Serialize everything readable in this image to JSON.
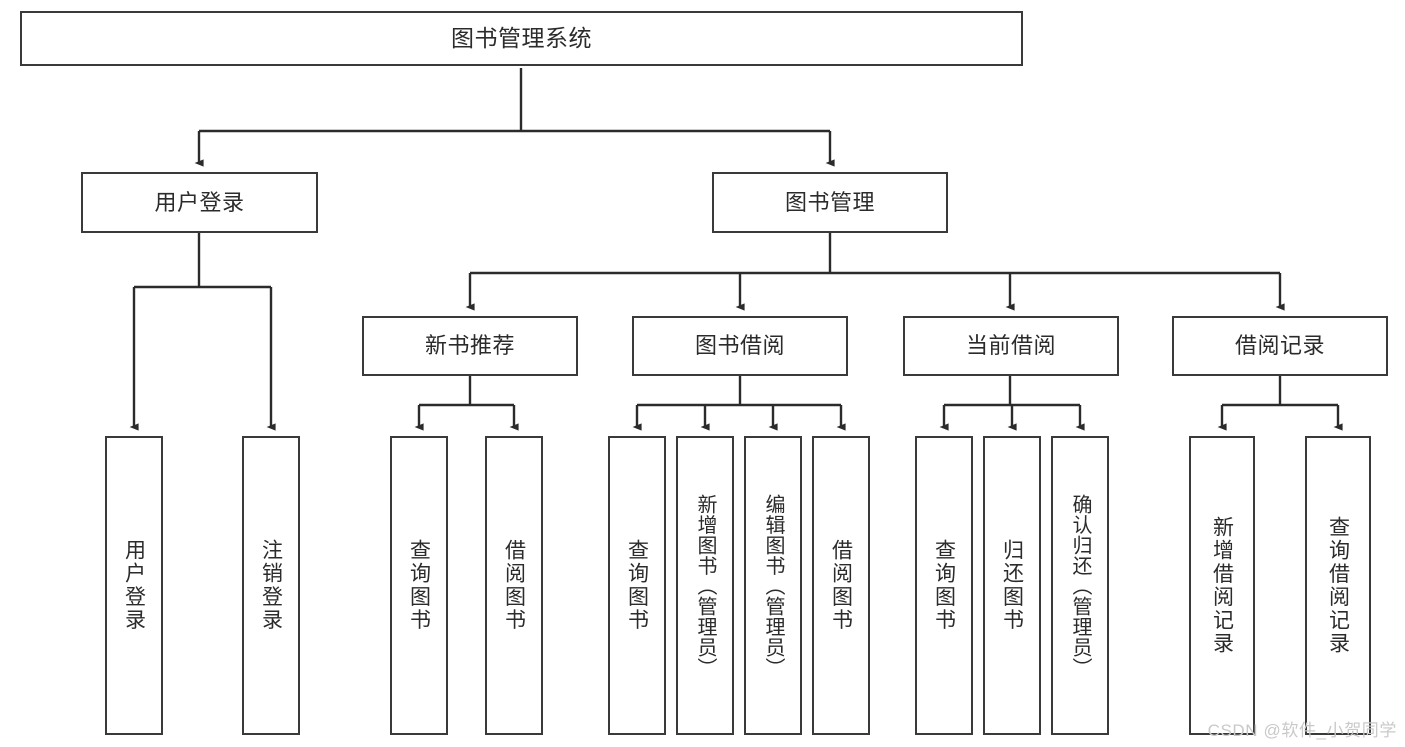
{
  "diagram": {
    "title": "图书管理系统",
    "type": "tree-hierarchy-chart",
    "root": {
      "id": "root",
      "label": "图书管理系统"
    },
    "level2": [
      {
        "id": "user-login",
        "label": "用户登录"
      },
      {
        "id": "book-management",
        "label": "图书管理"
      }
    ],
    "level3": [
      {
        "id": "new-book-recommend",
        "label": "新书推荐",
        "parent": "book-management"
      },
      {
        "id": "book-borrow",
        "label": "图书借阅",
        "parent": "book-management"
      },
      {
        "id": "current-borrow",
        "label": "当前借阅",
        "parent": "book-management"
      },
      {
        "id": "borrow-record",
        "label": "借阅记录",
        "parent": "book-management"
      }
    ],
    "leaves": {
      "user_login": [
        {
          "id": "leaf-user-login",
          "label": "用户登录"
        },
        {
          "id": "leaf-logout",
          "label": "注销登录"
        }
      ],
      "new_book_recommend": [
        {
          "id": "leaf-query-book-1",
          "label": "查询图书"
        },
        {
          "id": "leaf-borrow-book-1",
          "label": "借阅图书"
        }
      ],
      "book_borrow": [
        {
          "id": "leaf-query-book-2",
          "label": "查询图书"
        },
        {
          "id": "leaf-add-book",
          "label": "新增图书（管理员）"
        },
        {
          "id": "leaf-edit-book",
          "label": "编辑图书（管理员）"
        },
        {
          "id": "leaf-borrow-book-2",
          "label": "借阅图书"
        }
      ],
      "current_borrow": [
        {
          "id": "leaf-query-book-3",
          "label": "查询图书"
        },
        {
          "id": "leaf-return-book",
          "label": "归还图书"
        },
        {
          "id": "leaf-confirm-return",
          "label": "确认归还（管理员）"
        }
      ],
      "borrow_record": [
        {
          "id": "leaf-add-record",
          "label": "新增借阅记录"
        },
        {
          "id": "leaf-query-record",
          "label": "查询借阅记录"
        }
      ]
    }
  },
  "watermark": {
    "text": "CSDN @软件_小贺同学"
  },
  "colors": {
    "box_border": "#3a3a3a",
    "box_fill": "#ffffff",
    "text": "#2b2b2b",
    "connector": "#2b2b2b",
    "watermark": "#c9c9c9",
    "background": "#ffffff"
  }
}
